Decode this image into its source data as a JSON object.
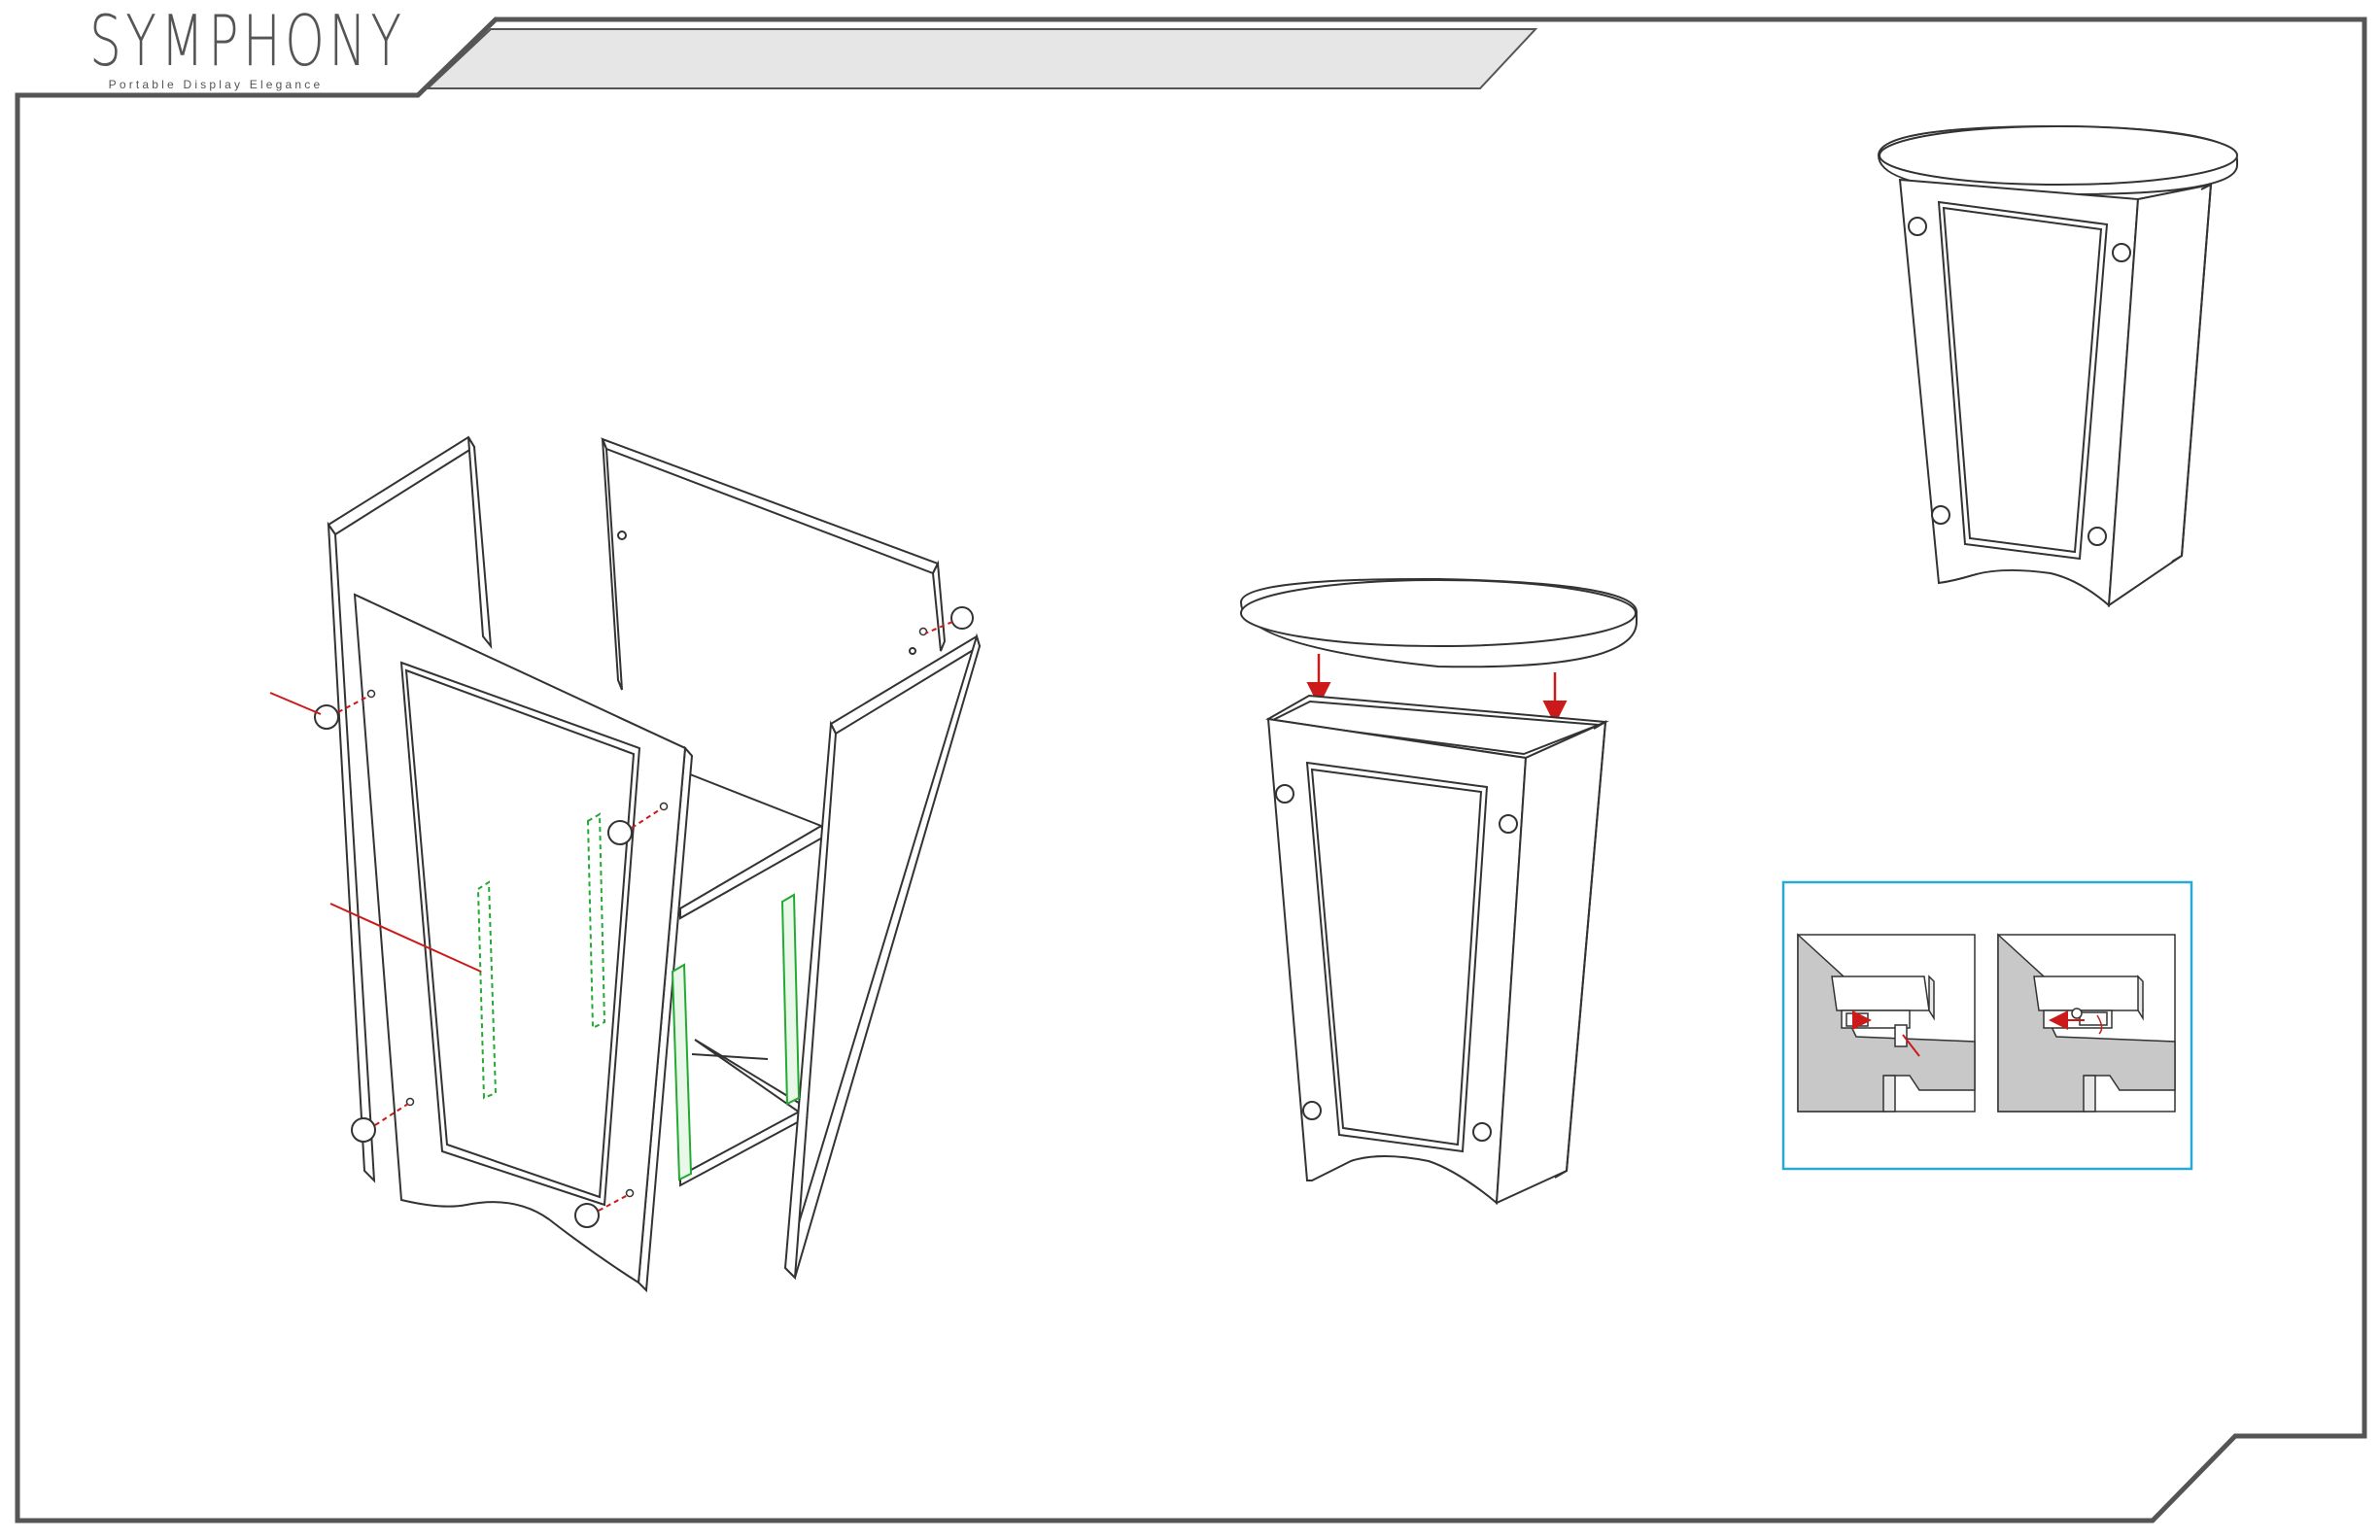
{
  "brand": {
    "name": "SYMPHONY",
    "tagline": "Portable Display Elegance"
  },
  "colors": {
    "frame": "#555555",
    "title_bar_fill": "#e6e6e6",
    "callout": "#cc1a1a",
    "fastener": "#cc1a1a",
    "hidden_parts": "#22aa33",
    "detail_box": "#29a9d6"
  },
  "icons": [
    "cam-lock-knob",
    "insert-arrow",
    "pointer-line"
  ]
}
